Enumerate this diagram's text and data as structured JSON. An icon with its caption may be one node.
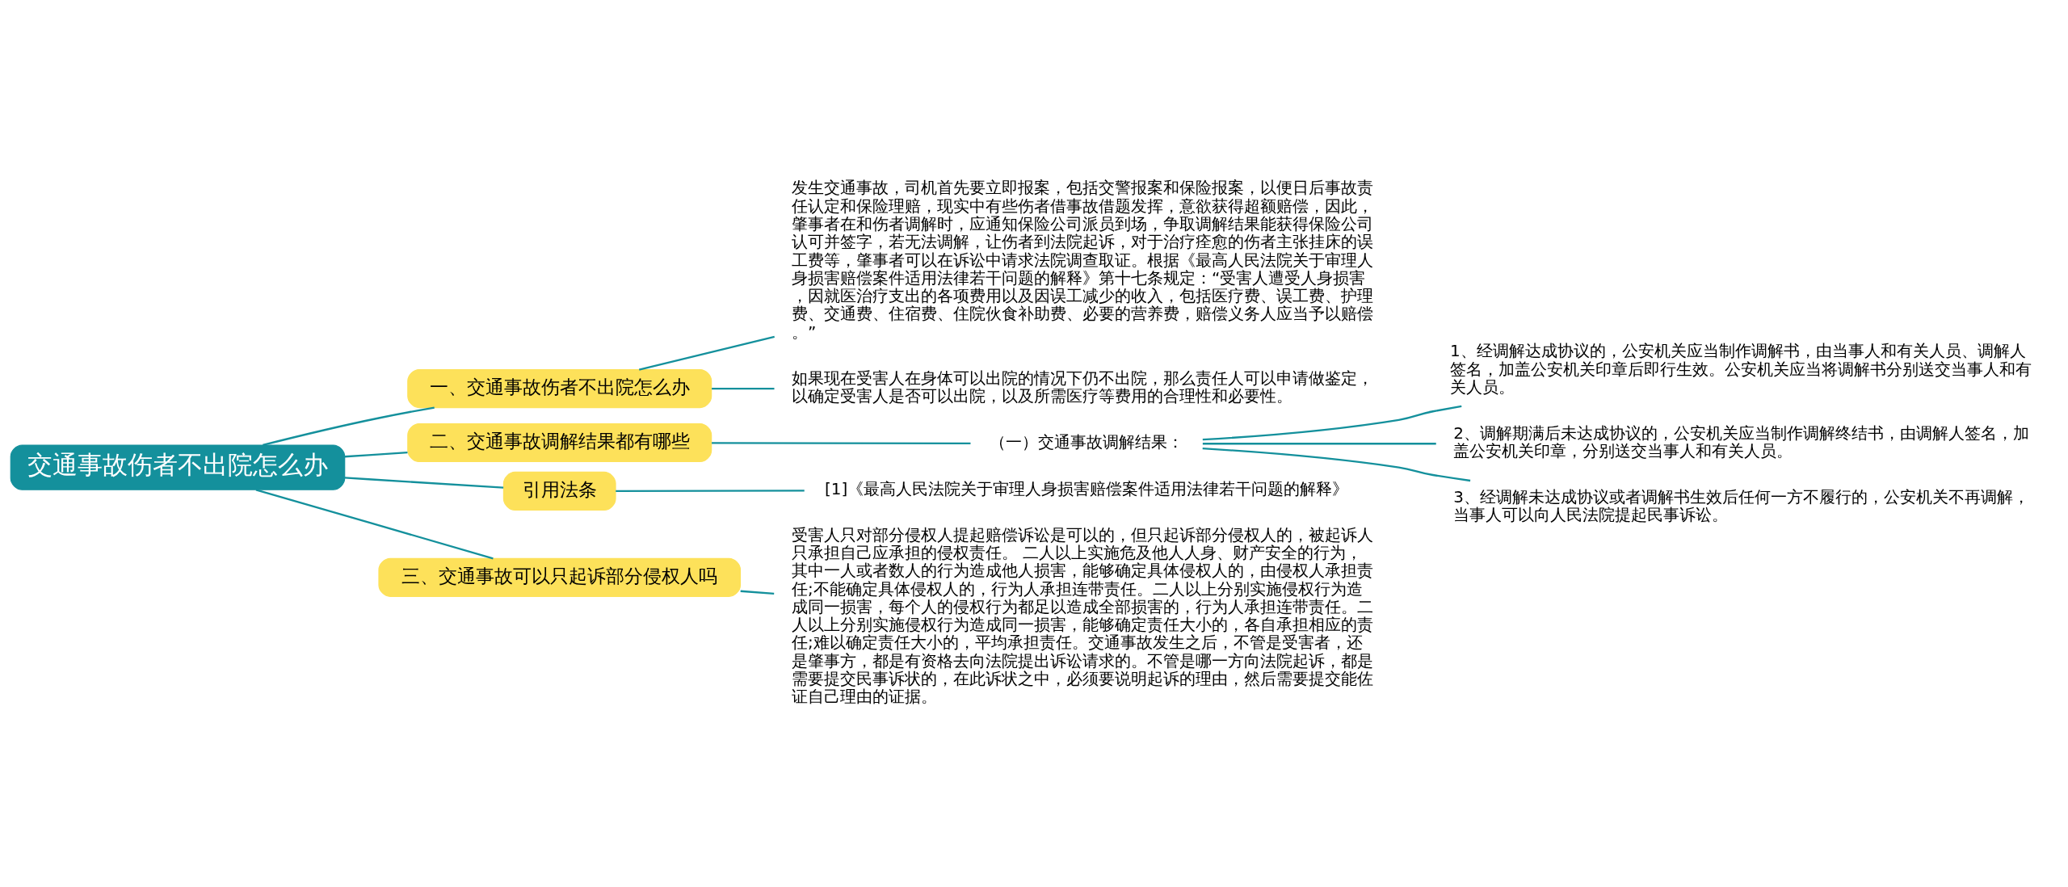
{
  "diagram": {
    "nodes": [
      {
        "text": [
          "交通事故伤者不出院怎么办"
        ]
      },
      {
        "text": [
          "一、交通事故伤者不出院怎么办"
        ]
      },
      {
        "text": [
          "发生交通事故，司机首先要立即报案，包括交警报案和保险报案，以便日后事故责任认定和保险理赔，现实中有些伤者借事故借题发挥，意欲获得超额赔偿，因此，肇事者在和伤者调解时，应通知保险公司派员到场，争取调解结果能获得保险公司认可并签字，若无法调解，让伤者到法院起诉，对于治疗痊愈的伤者主张挂床的误工费等，肇事者可以在诉讼中请求法院调查取证。根据《最高人民法院关于审理人身损害赔偿案件适用法律若干问题的解释》第十七条规定：“受害人遭受人身损害，因就医治疗支出的各项费用以及因误工减少的收入，包括医疗费、误工费、护理费、交通费、住宿费、住院伙食补助费、必要的营养费，赔偿义务人应当予以赔偿。”"
        ]
      },
      {
        "text": [
          "如果现在受害人在身体可以出院的情况下仍不出院，那么责任人可以申请做鉴定，以确定受害人是否可以出院，以及所需医疗等费用的合理性和必要性。"
        ]
      },
      {
        "text": [
          "二、交通事故调解结果都有哪些"
        ]
      },
      {
        "text": [
          "（一）交通事故调解结果："
        ]
      },
      {
        "text": [
          "1、经调解达成协议的，公安机关应当制作调解书，由当事人和有关人员、调解人签名，加盖公安机关印章后即行生效。公安机关应当将调解书分别送交当事人和有关人员。"
        ]
      },
      {
        "text": [
          "2、调解期满后未达成协议的，公安机关应当制作调解终结书，由调解人签名，加盖公安机关印章，分别送交当事人和有关人员。"
        ]
      },
      {
        "text": [
          "3、经调解未达成协议或者调解书生效后任何一方不履行的，公安机关不再调解，当事人可以向人民法院提起民事诉讼。"
        ]
      },
      {
        "text": [
          "引用法条"
        ]
      },
      {
        "text": [
          "[1]《最高人民法院关于审理人身损害赔偿案件适用法律若干问题的解释》"
        ]
      },
      {
        "text": [
          "三、交通事故可以只起诉部分侵权人吗"
        ]
      },
      {
        "text": [
          "受害人只对部分侵权人提起赔偿诉讼是可以的，但只起诉部分侵权人的，被起诉人只承担自己应承担的侵权责任。 二人以上实施危及他人人身、财产安全的行为，其中一人或者数人的行为造成他人损害，能够确定具体侵权人的，由侵权人承担责任;不能确定具体侵权人的，行为人承担连带责任。二人以上分别实施侵权行为造成同一损害，每个人的侵权行为都足以造成全部损害的，行为人承担连带责任。二人以上分别实施侵权行为造成同一损害，能够确定责任大小的，各自承担相应的责任;难以确定责任大小的，平均承担责任。交通事故发生之后，不管是受害者，还是肇事方，都是有资格去向法院提出诉讼请求的。不管是哪一方向法院起诉，都是需要提交民事诉状的，在此诉状之中，必须要说明起诉的理由，然后需要提交能佐证自己理由的证据。"
        ]
      }
    ],
    "edges": [
      {
        "from": 0,
        "to": 1,
        "arrow": "none"
      },
      {
        "from": 1,
        "to": 2,
        "arrow": "none"
      },
      {
        "from": 1,
        "to": 3,
        "arrow": "none"
      },
      {
        "from": 0,
        "to": 4,
        "arrow": "none"
      },
      {
        "from": 4,
        "to": 5,
        "arrow": "none"
      },
      {
        "from": 5,
        "to": 6,
        "arrow": "none"
      },
      {
        "from": 5,
        "to": 7,
        "arrow": "none"
      },
      {
        "from": 5,
        "to": 8,
        "arrow": "none"
      },
      {
        "from": 0,
        "to": 9,
        "arrow": "none"
      },
      {
        "from": 9,
        "to": 10,
        "arrow": "none"
      },
      {
        "from": 0,
        "to": 11,
        "arrow": "none"
      },
      {
        "from": 11,
        "to": 12,
        "arrow": "none"
      }
    ]
  }
}
